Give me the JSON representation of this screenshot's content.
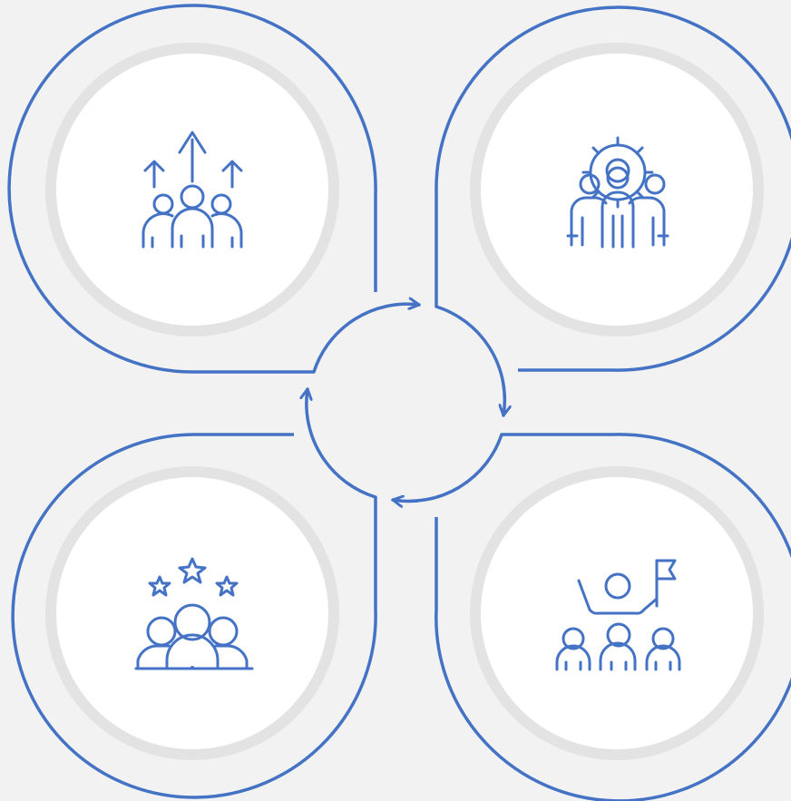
{
  "diagram": {
    "type": "four-quadrant-cycle",
    "colors": {
      "background": "#f2f2f2",
      "outline": "#4472c4",
      "ring": "#e3e3e3",
      "fill": "#ffffff",
      "icon": "#4472c4"
    },
    "quadrants": [
      {
        "id": "top-left",
        "icon": "team-growth-arrows-icon"
      },
      {
        "id": "top-right",
        "icon": "team-gear-icon"
      },
      {
        "id": "bottom-left",
        "icon": "team-stars-icon"
      },
      {
        "id": "bottom-right",
        "icon": "leader-flag-icon"
      }
    ],
    "cycle_direction": "clockwise"
  }
}
